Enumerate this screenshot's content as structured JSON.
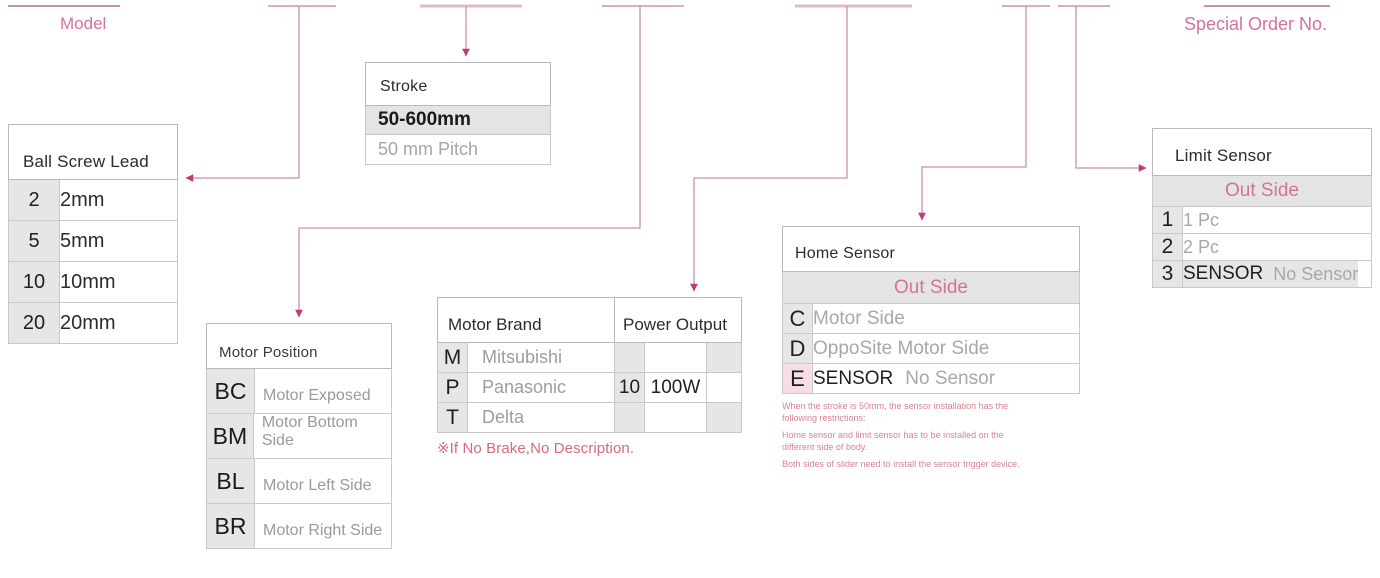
{
  "top_labels": {
    "model": "Model",
    "special_order": "Special Order No."
  },
  "ball_screw_lead": {
    "title": "Ball Screw Lead",
    "rows": [
      {
        "code": "2",
        "desc": "2mm"
      },
      {
        "code": "5",
        "desc": "5mm"
      },
      {
        "code": "10",
        "desc": "10mm"
      },
      {
        "code": "20",
        "desc": "20mm"
      }
    ]
  },
  "stroke": {
    "title": "Stroke",
    "range": "50-600mm",
    "pitch": "50 mm Pitch"
  },
  "motor_position": {
    "title": "Motor Position",
    "rows": [
      {
        "code": "BC",
        "desc": "Motor Exposed"
      },
      {
        "code": "BM",
        "desc": "Motor Bottom Side"
      },
      {
        "code": "BL",
        "desc": "Motor Left Side"
      },
      {
        "code": "BR",
        "desc": "Motor Right Side"
      }
    ]
  },
  "motor_brand": {
    "title": "Motor Brand",
    "power_title": "Power Output",
    "rows": [
      {
        "code": "M",
        "desc": "Mitsubishi",
        "pcode": "",
        "pdesc": ""
      },
      {
        "code": "P",
        "desc": "Panasonic",
        "pcode": "10",
        "pdesc": "100W"
      },
      {
        "code": "T",
        "desc": "Delta",
        "pcode": "",
        "pdesc": ""
      }
    ],
    "note": "※If No Brake,No Description."
  },
  "home_sensor": {
    "title": "Home Sensor",
    "subtitle": "Out Side",
    "rows": [
      {
        "code": "C",
        "desc": "Motor Side",
        "desc2": ""
      },
      {
        "code": "D",
        "desc": "OppoSite Motor Side",
        "desc2": ""
      },
      {
        "code": "E",
        "desc": "SENSOR",
        "desc2": "No Sensor"
      }
    ],
    "footnotes": [
      "When the stroke is 50mm, the sensor installation has the following restrictions:",
      "Home sensor and limit sensor has to be installed on the different side of body.",
      "Both sides of slider need to install the sensor trigger device."
    ]
  },
  "limit_sensor": {
    "title": "Limit Sensor",
    "subtitle": "Out Side",
    "rows": [
      {
        "code": "1",
        "desc": "1 Pc",
        "desc2": ""
      },
      {
        "code": "2",
        "desc": "2 Pc",
        "desc2": ""
      },
      {
        "code": "3",
        "desc": "SENSOR",
        "desc2": "No Sensor"
      }
    ]
  },
  "colors": {
    "accent": "#d4739a",
    "wire": "#c98fae",
    "note": "#d76a77",
    "key_bg": "#e6e6e6",
    "highlight_pink": "#f7dde6"
  }
}
